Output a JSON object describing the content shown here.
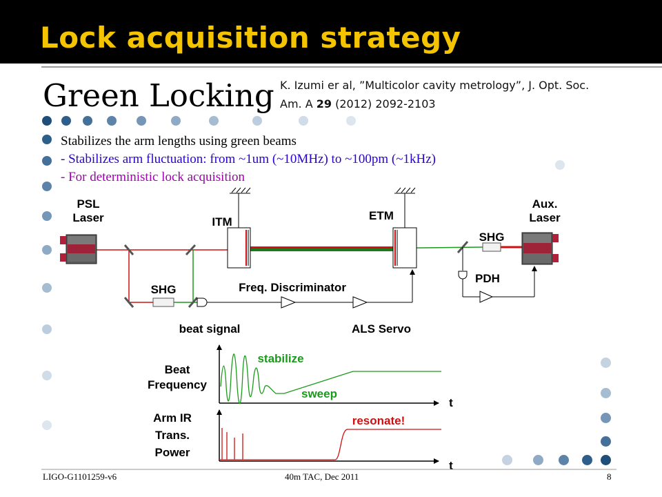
{
  "slide": {
    "title": "Lock acquisition strategy",
    "subheading": "Green Locking",
    "reference": {
      "text_before": "K. Izumi er al, ”Multicolor cavity metrology”, J. Opt. Soc. Am. A ",
      "volume": "29",
      "text_after": " (2012) 2092-2103"
    },
    "bullets": [
      "Stabilizes the arm lengths using green beams",
      "- Stabilizes arm fluctuation: from ~1um (~10MHz) to ~100pm (~1kHz)",
      "- For deterministic lock acquisition"
    ],
    "colors": {
      "title": "#f5c400",
      "title_bar": "#000000",
      "green_beam": "#1a9a1a",
      "red_beam": "#d01010",
      "bullet_blue": "#2a00d4",
      "bullet_purple": "#a000b0"
    }
  },
  "diagram": {
    "labels": {
      "psl": [
        "PSL",
        "Laser"
      ],
      "itm": "ITM",
      "etm": "ETM",
      "aux": [
        "Aux.",
        "Laser"
      ],
      "shg_left": "SHG",
      "shg_right": "SHG",
      "pdh": "PDH",
      "freq_disc": "Freq. Discriminator",
      "beat_signal": "beat signal",
      "als_servo": "ALS Servo"
    }
  },
  "plots": {
    "top": {
      "ylabel": [
        "Beat",
        "Frequency"
      ],
      "xlabel": "t",
      "annotations": [
        "stabilize",
        "sweep"
      ]
    },
    "bottom": {
      "ylabel": [
        "Arm IR",
        "Trans.",
        "Power"
      ],
      "xlabel": "t",
      "annotations": [
        "resonate!"
      ]
    }
  },
  "footer": {
    "left": "LIGO-G1101259-v6",
    "center": "40m TAC, Dec 2011",
    "right": "8"
  }
}
